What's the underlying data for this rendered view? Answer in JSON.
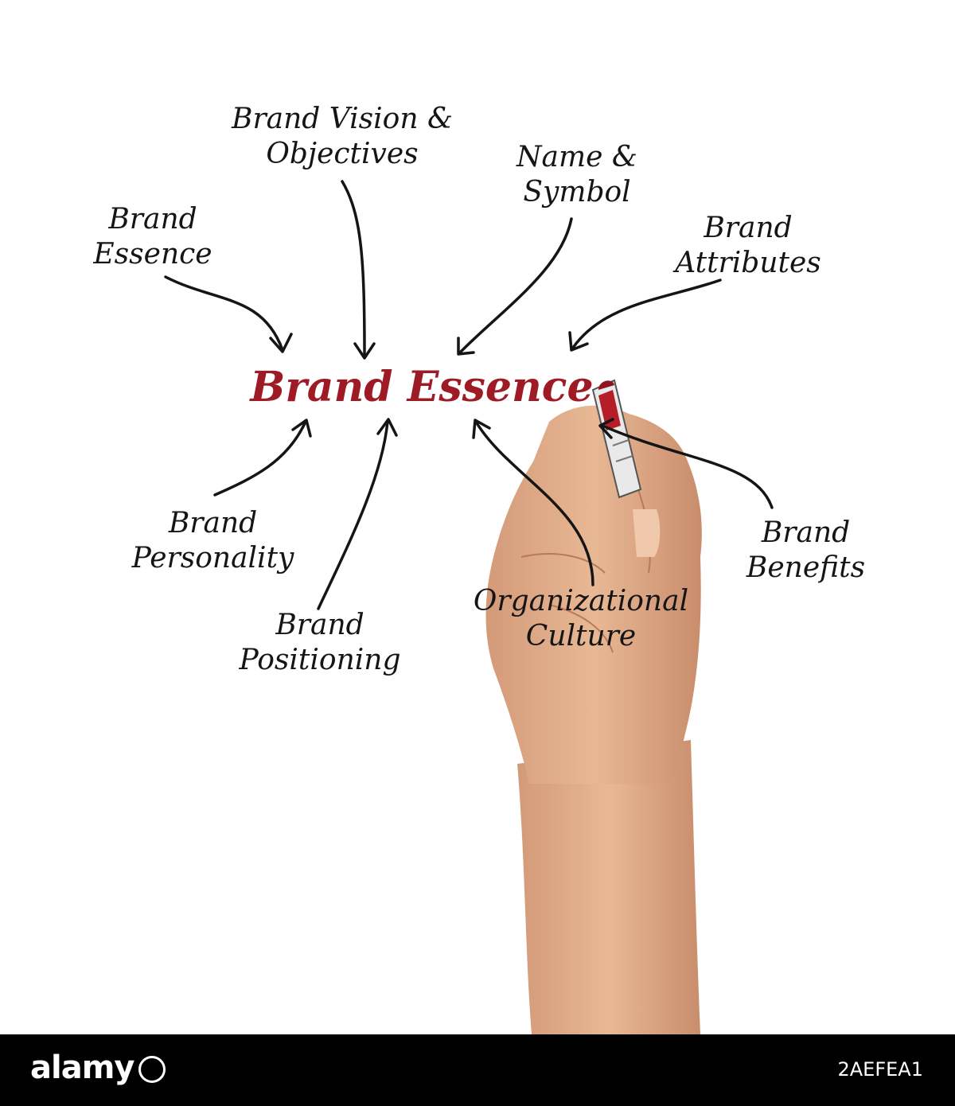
{
  "diagram": {
    "center": "Brand Essence",
    "labels": [
      {
        "id": "brand-essence",
        "lines": [
          "Brand",
          "Essence"
        ]
      },
      {
        "id": "brand-vision",
        "lines": [
          "Brand Vision &",
          "Objectives"
        ]
      },
      {
        "id": "name-symbol",
        "lines": [
          "Name &",
          "Symbol"
        ]
      },
      {
        "id": "brand-attributes",
        "lines": [
          "Brand",
          "Attributes"
        ]
      },
      {
        "id": "brand-personality",
        "lines": [
          "Brand",
          "Personality"
        ]
      },
      {
        "id": "brand-positioning",
        "lines": [
          "Brand",
          "Positioning"
        ]
      },
      {
        "id": "organizational-culture",
        "lines": [
          "Organizational",
          "Culture"
        ]
      },
      {
        "id": "brand-benefits",
        "lines": [
          "Brand",
          "Benefits"
        ]
      }
    ]
  },
  "footer": {
    "logo": "alamy",
    "image_id": "2AEFEA1"
  },
  "colors": {
    "center_text": "#9e1b26",
    "ink": "#151515",
    "footer_bg": "#000000",
    "skin": "#e3b08e"
  }
}
